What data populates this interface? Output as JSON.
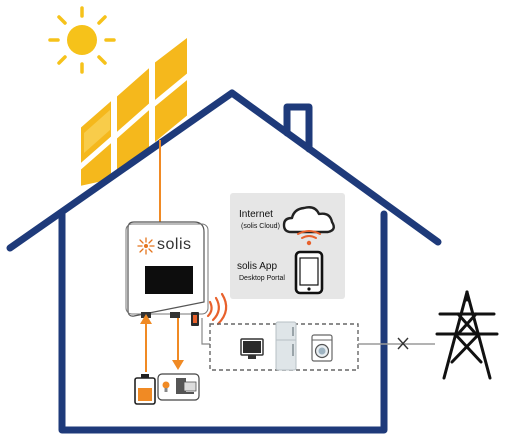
{
  "brand": {
    "name": "solis"
  },
  "cloud_panel": {
    "internet_label": "Internet",
    "internet_sub": "(solis Cloud)",
    "app_label": "solis App",
    "app_sub": "Desktop Portal"
  },
  "colors": {
    "house_outline": "#1e3a7a",
    "sun": "#f6c21a",
    "panel": "#f5b81c",
    "wire": "#f08a24",
    "signal": "#e8612c",
    "panel_bg": "#e6e6e6",
    "grid_line": "#9a9a9a"
  }
}
